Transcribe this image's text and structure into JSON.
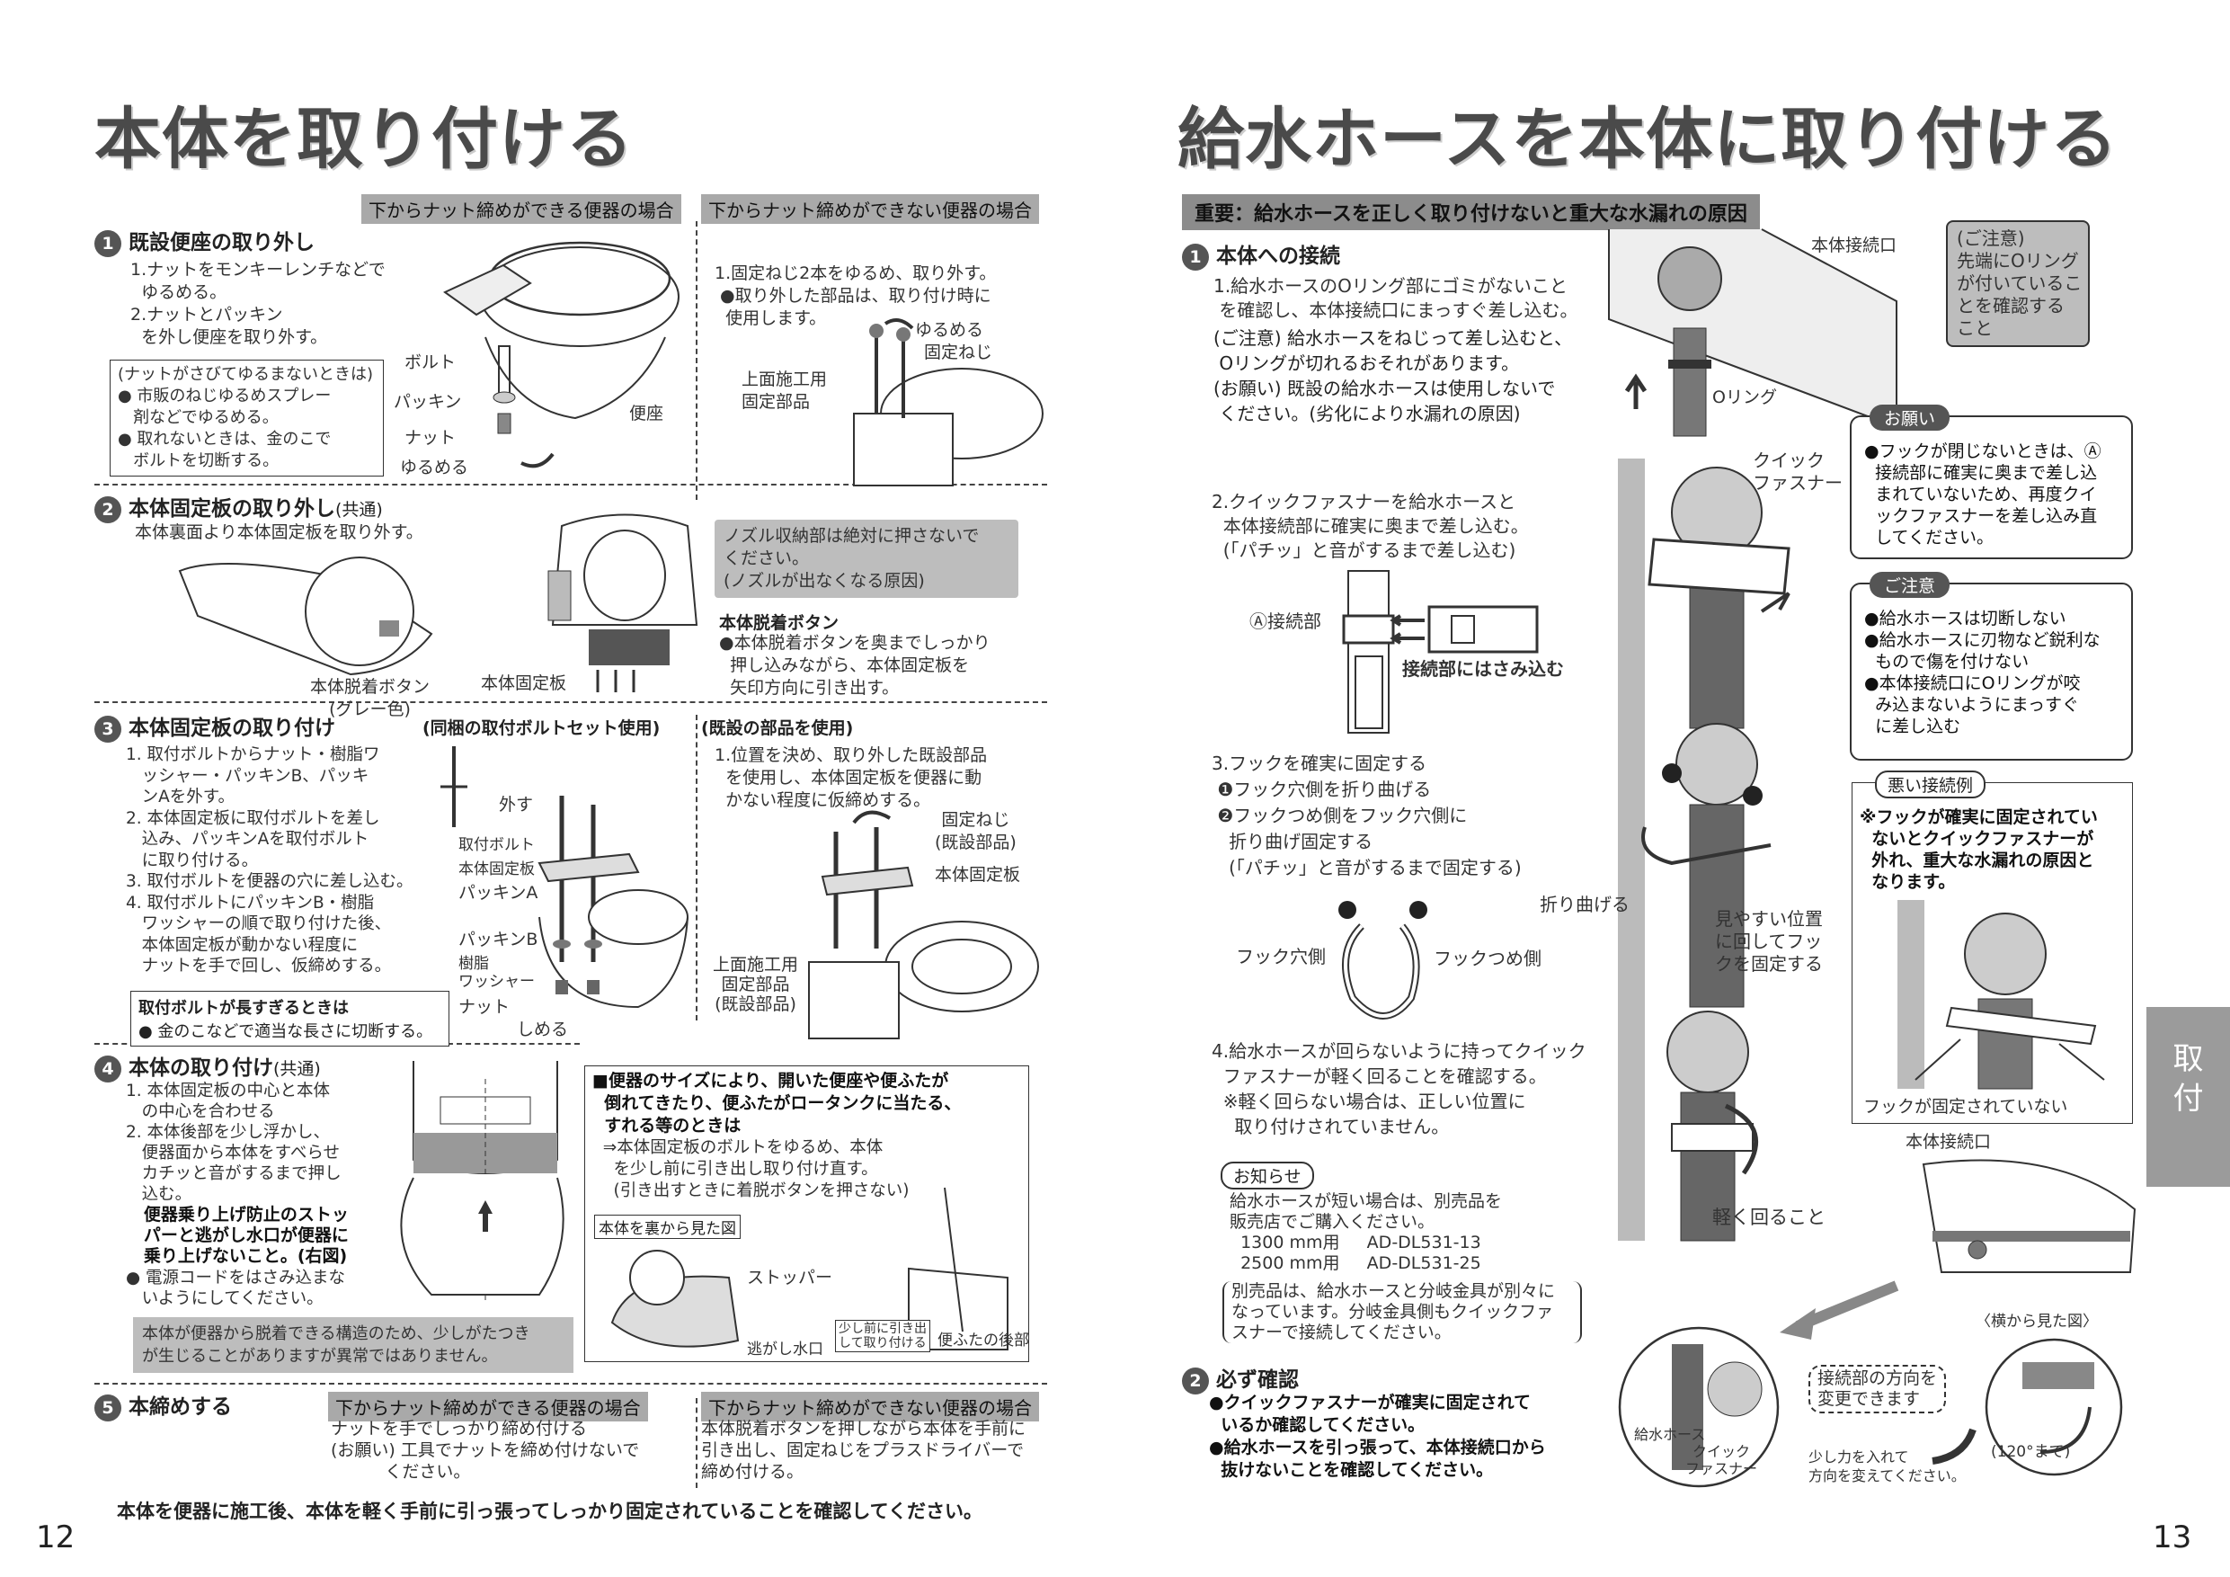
{
  "left": {
    "title": "本体を取り付ける",
    "hdr_a": "下からナット締めができる便器の場合",
    "hdr_b": "下からナット締めができない便器の場合",
    "s1_num": "1",
    "s1_title": "既設便座の取り外し",
    "s1_text": "1.ナットをモンキーレンチなどで\n  ゆるめる。\n2.ナットとパッキン\n  を外し便座を取り外す。",
    "s1_box": "(ナットがさびてゆるまないときは)\n● 市販のねじゆるめスプレー\n   剤などでゆるめる。\n● 取れないときは、金のこで\n   ボルトを切断する。",
    "s1_lbl_bolt": "ボルト",
    "s1_lbl_packing": "パッキン",
    "s1_lbl_nut": "ナット",
    "s1_lbl_loosen": "ゆるめる",
    "s1_lbl_seat": "便座",
    "s1b_text": "1.固定ねじ2本をゆるめ、取り外す。\n ●取り外した部品は、取り付け時に\n  使用します。",
    "s1b_lbl_loosen": "ゆるめる",
    "s1b_lbl_screw": "固定ねじ",
    "s1b_lbl_parts": "上面施工用\n固定部品",
    "s2_num": "2",
    "s2_title": "本体固定板の取り外し",
    "s2_common": "(共通)",
    "s2_text": "本体裏面より本体固定板を取り外す。",
    "s2_lbl_button": "本体脱着ボタン\n(グレー色)",
    "s2_lbl_plate": "本体固定板",
    "s2_warn": "ノズル収納部は絶対に押さないで\nください。\n(ノズルが出なくなる原因)",
    "s2_release_title": "本体脱着ボタン",
    "s2_release_text": "●本体脱着ボタンを奥までしっかり\n  押し込みながら、本体固定板を\n  矢印方向に引き出す。",
    "s3_num": "3",
    "s3_title": "本体固定板の取り付け",
    "s3_sub_a": "(同梱の取付ボルトセット使用)",
    "s3_sub_b": "(既設の部品を使用)",
    "s3_text": "1. 取付ボルトからナット・樹脂ワ\n   ッシャー・パッキンB、パッキ\n   ンAを外す。\n2. 本体固定板に取付ボルトを差し\n   込み、パッキンAを取付ボルト\n   に取り付ける。\n3. 取付ボルトを便器の穴に差し込む。\n4. 取付ボルトにパッキンB・樹脂\n   ワッシャーの順で取り付けた後、\n   本体固定板が動かない程度に\n   ナットを手で回し、仮締めする。",
    "s3_box_title": "取付ボルトが長すぎるときは",
    "s3_box_text": "● 金のこなどで適当な長さに切断する。",
    "s3_lbl_out": "外す",
    "s3_lbl_bolt": "取付ボルト",
    "s3_lbl_plate": "本体固定板",
    "s3_lbl_pa": "パッキンA",
    "s3_lbl_pb": "パッキンB",
    "s3_lbl_washer": "樹脂\nワッシャー",
    "s3_lbl_nut": "ナット",
    "s3_lbl_tighten": "しめる",
    "s3b_text": "1.位置を決め、取り外した既設部品\n  を使用し、本体固定板を便器に動\n  かない程度に仮締めする。",
    "s3b_lbl_screw": "固定ねじ\n(既設部品)",
    "s3b_lbl_plate": "本体固定板",
    "s3b_lbl_parts": "上面施工用\n固定部品\n(既設部品)",
    "s4_num": "4",
    "s4_title": "本体の取り付け",
    "s4_common": "(共通)",
    "s4_text": "1. 本体固定板の中心と本体\n   の中心を合わせる\n2. 本体後部を少し浮かし、\n   便器面から本体をすべらせ\n   カチッと音がするまで押し\n   込む。",
    "s4_bold": "   便器乗り上げ防止のストッ\n   パーと逃がし水口が便器に\n   乗り上げないこと。(右図)",
    "s4_text2": "● 電源コードをはさみ込まな\n   いようにしてください。",
    "s4_gray": "本体が便器から脱着できる構造のため、少しがたつき\nが生じることがありますが異常ではありません。",
    "s4_note_bold": "■便器のサイズにより、開いた便座や便ふたが\n  倒れてきたり、便ふたがロータンクに当たる、\n  すれる等のときは",
    "s4_note_text": "  ⇒本体固定板のボルトをゆるめ、本体\n    を少し前に引き出し取り付け直す。\n    (引き出すときに着脱ボタンを押さない)",
    "s4_note_back": "本体を裏から見た図",
    "s4_lbl_stopper": "ストッパー",
    "s4_lbl_drain": "逃がし水口",
    "s4_lbl_small": "少し前に引き出\nして取り付ける",
    "s4_lbl_lid": "便ふたの後部",
    "s5_num": "5",
    "s5_title": "本締めする",
    "s5_hdr_a": "下からナット締めができる便器の場合",
    "s5_hdr_b": "下からナット締めができない便器の場合",
    "s5_text_a": "ナットを手でしっかり締め付ける\n(お願い) 工具でナットを締め付けないで\n          ください。",
    "s5_text_b": "本体脱着ボタンを押しながら本体を手前に\n引き出し、固定ねじをプラスドライバーで\n締め付ける。",
    "footer": "本体を便器に施工後、本体を軽く手前に引っ張ってしっかり固定されていることを確認してください。",
    "page_num": "12"
  },
  "right": {
    "title": "給水ホースを本体に取り付ける",
    "warn_hdr": "重要：給水ホースを正しく取り付けないと重大な水漏れの原因",
    "s1_num": "1",
    "s1_title": "本体への接続",
    "s1_text": "1.給水ホースのOリング部にゴミがないこと\n を確認し、本体接続口にまっすぐ差し込む。",
    "s1_text_b": "(ご注意) 給水ホースをねじって差し込むと、\n Oリングが切れるおそれがあります。\n(お願い) 既設の給水ホースは使用しないで\n ください。(劣化により水漏れの原因)",
    "lbl_inlet": "本体接続口",
    "lbl_oring": "Oリング",
    "caution_box": "(ご注意)\n先端にOリング\nが付いているこ\nとを確認する\nこと",
    "s1_2": "2.クイックファスナーを給水ホースと\n  本体接続部に確実に奥まで差し込む。\n  (「パチッ」と音がするまで差し込む)",
    "lbl_joint": "Ⓐ接続部",
    "lbl_clamp": "接続部にはさみ込む",
    "lbl_quick": "クイック\nファスナー",
    "s1_3": "3.フックを確実に固定する\n ❶フック穴側を折り曲げる\n ❷フックつめ側をフック穴側に\n   折り曲げ固定する\n   (「パチッ」と音がするまで固定する)",
    "lbl_hole": "フック穴側",
    "lbl_claw": "フックつめ側",
    "lbl_fold": "折り曲げる",
    "lbl_visible": "見やすい位置\nに回してフッ\nクを固定する",
    "s1_4": "4.給水ホースが回らないように持ってクイック\n  ファスナーが軽く回ることを確認する。\n  ※軽く回らない場合は、正しい位置に\n    取り付けされていません。",
    "lbl_turn": "軽く回ること",
    "notice_pill": "お知らせ",
    "notice_text": "給水ホースが短い場合は、別売品を\n販売店でご購入ください。\n  1300 mm用     AD-DL531-13\n  2500 mm用     AD-DL531-25",
    "notice_box": "別売品は、給水ホースと分岐金具が別々に\nなっています。分岐金具側もクイックファ\nスナーで接続してください。",
    "s2_num": "2",
    "s2_title": "必ず確認",
    "s2_text": "●クイックファスナーが確実に固定されて\n  いるか確認してください。\n●給水ホースを引っ張って、本体接続口から\n  抜けないことを確認してください。",
    "req_pill": "お願い",
    "req_text": "●フックが閉じないときは、Ⓐ\n  接続部に確実に奥まで差し込\n  まれていないため、再度クイ\n  ックファスナーを差し込み直\n  してください。",
    "caut_pill": "ご注意",
    "caut_text": "●給水ホースは切断しない\n●給水ホースに刃物など鋭利な\n  もので傷を付けない\n●本体接続口にOリングが咬\n  み込まないようにまっすぐ\n  に差し込む",
    "bad_pill": "悪い接続例",
    "bad_text": "※フックが確実に固定されてい\n  ないとクイックファスナーが\n  外れ、重大な水漏れの原因と\n  なります。",
    "bad_lbl": "フックが固定されていない",
    "lbl_inlet2": "本体接続口",
    "lbl_side": "〈横から見た図〉",
    "lbl_hose": "給水ホース",
    "lbl_quick2": "クイック\nファスナー",
    "lbl_change": "接続部の方向を\n変更できます",
    "lbl_force": "少し力を入れて\n方向を変えてください。",
    "lbl_deg": "(120°まで)",
    "side_tab": "取\n付",
    "page_num": "13"
  }
}
